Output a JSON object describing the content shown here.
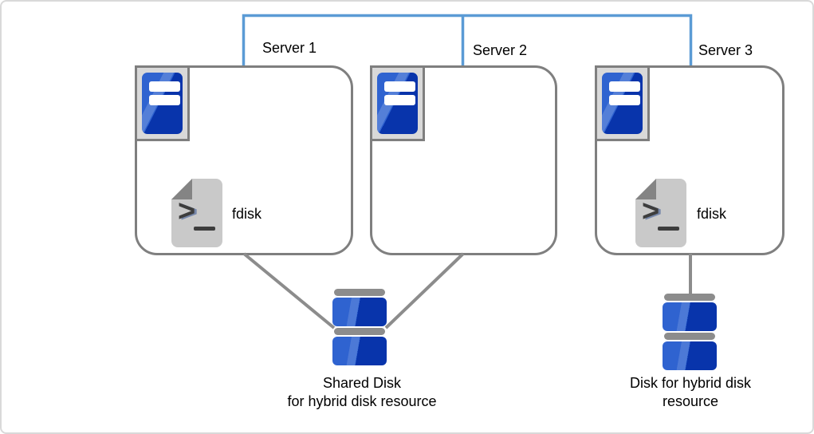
{
  "diagram": {
    "servers": [
      {
        "label": "Server 1"
      },
      {
        "label": "Server 2"
      },
      {
        "label": "Server 3"
      }
    ],
    "fdisk": {
      "label": "fdisk"
    },
    "shared_disk": {
      "line1": "Shared Disk",
      "line2": "for hybrid disk resource"
    },
    "single_disk": {
      "line1": "Disk for hybrid disk",
      "line2": "resource"
    },
    "icons": {
      "prompt_glyph": ">"
    },
    "colors": {
      "network_line": "#5B9BD5",
      "connector_line": "#8C8C8C",
      "box_border": "#7F7F7F",
      "icon_blue_light": "#2F63D0",
      "icon_blue_dark": "#0834AB",
      "icon_frame_gray": "#D9D9D9",
      "document_gray": "#C9C9C9"
    }
  }
}
